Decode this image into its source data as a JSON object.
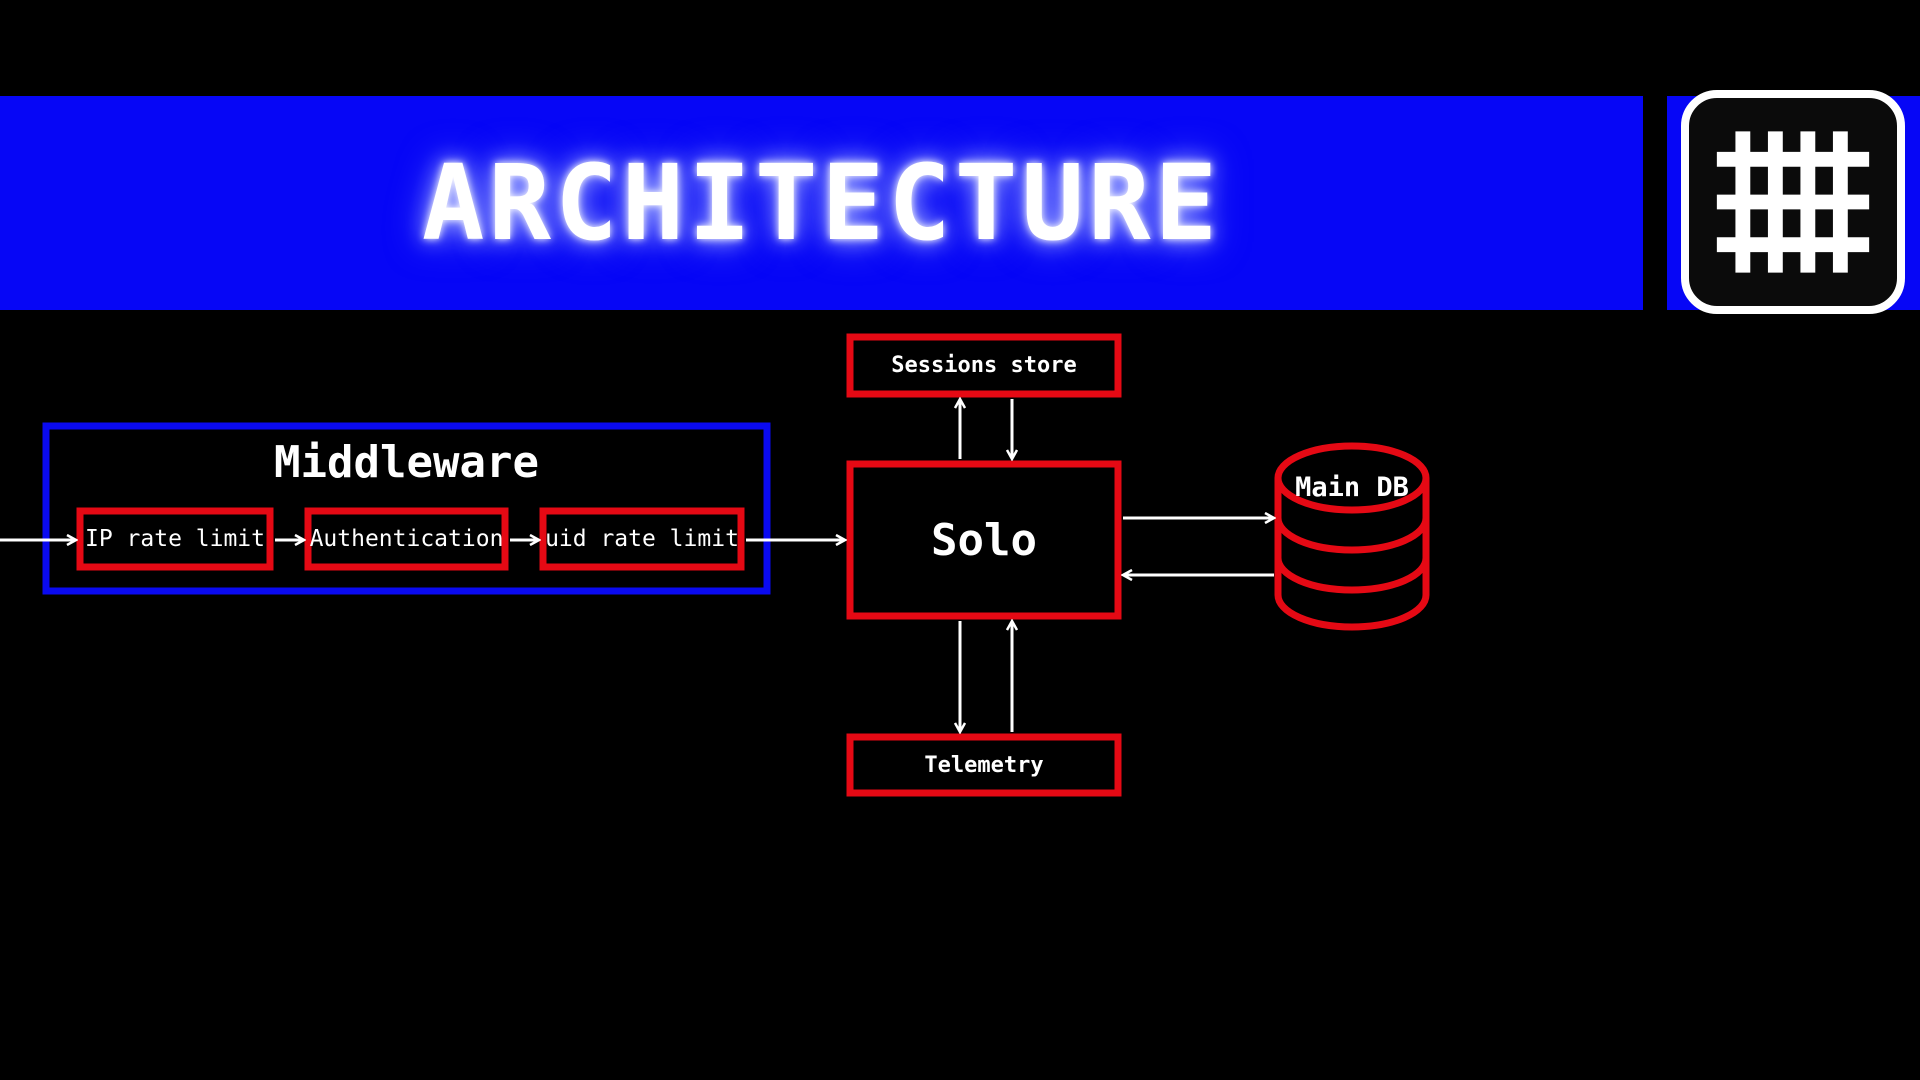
{
  "header": {
    "title": "ARCHITECTURE",
    "badge_icon": "hash-grid-icon"
  },
  "diagram": {
    "middleware": {
      "title": "Middleware",
      "steps": [
        "IP rate limit",
        "Authentication",
        "uid rate limit"
      ]
    },
    "solo": "Solo",
    "sessions_store": "Sessions store",
    "telemetry": "Telemetry",
    "main_db": "Main DB"
  },
  "colors": {
    "background": "#000000",
    "header_blue": "#0606f6",
    "middleware_border": "#0a0af0",
    "component_border": "#e50914",
    "line": "#ffffff"
  }
}
